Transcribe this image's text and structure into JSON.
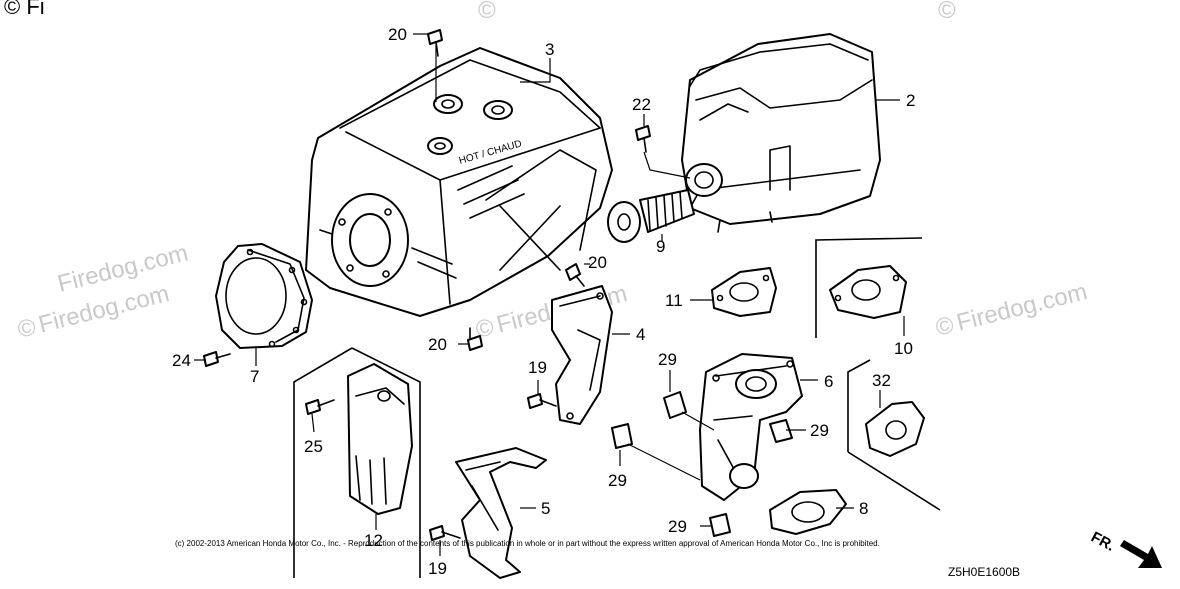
{
  "watermark": {
    "copyright_symbol": "©",
    "brand": "Firedog.com",
    "corner_fragment": "© Fi"
  },
  "copyright": "(c) 2002-2013 American Honda Motor Co., Inc. - Reproduction of the contents of this publication in whole or in part without the express written approval of American Honda Motor Co., Inc is prohibited.",
  "diagram_code": "Z5H0E1600B",
  "direction_label": "FR.",
  "heat_label": "HOT / CHAUD",
  "callouts": {
    "p20_top": "20",
    "p3": "3",
    "p22": "22",
    "p2": "2",
    "p9": "9",
    "p20_mid": "20",
    "p11": "11",
    "p10": "10",
    "p4": "4",
    "p20_low": "20",
    "p24": "24",
    "p7": "7",
    "p19_mid": "19",
    "p29_a": "29",
    "p6": "6",
    "p32": "32",
    "p25": "25",
    "p29_b": "29",
    "p29_c": "29",
    "p5": "5",
    "p8": "8",
    "p29_d": "29",
    "p12": "12",
    "p19_low": "19"
  },
  "colors": {
    "line": "#000000",
    "watermark": "#c9c9c9",
    "background": "#ffffff"
  }
}
